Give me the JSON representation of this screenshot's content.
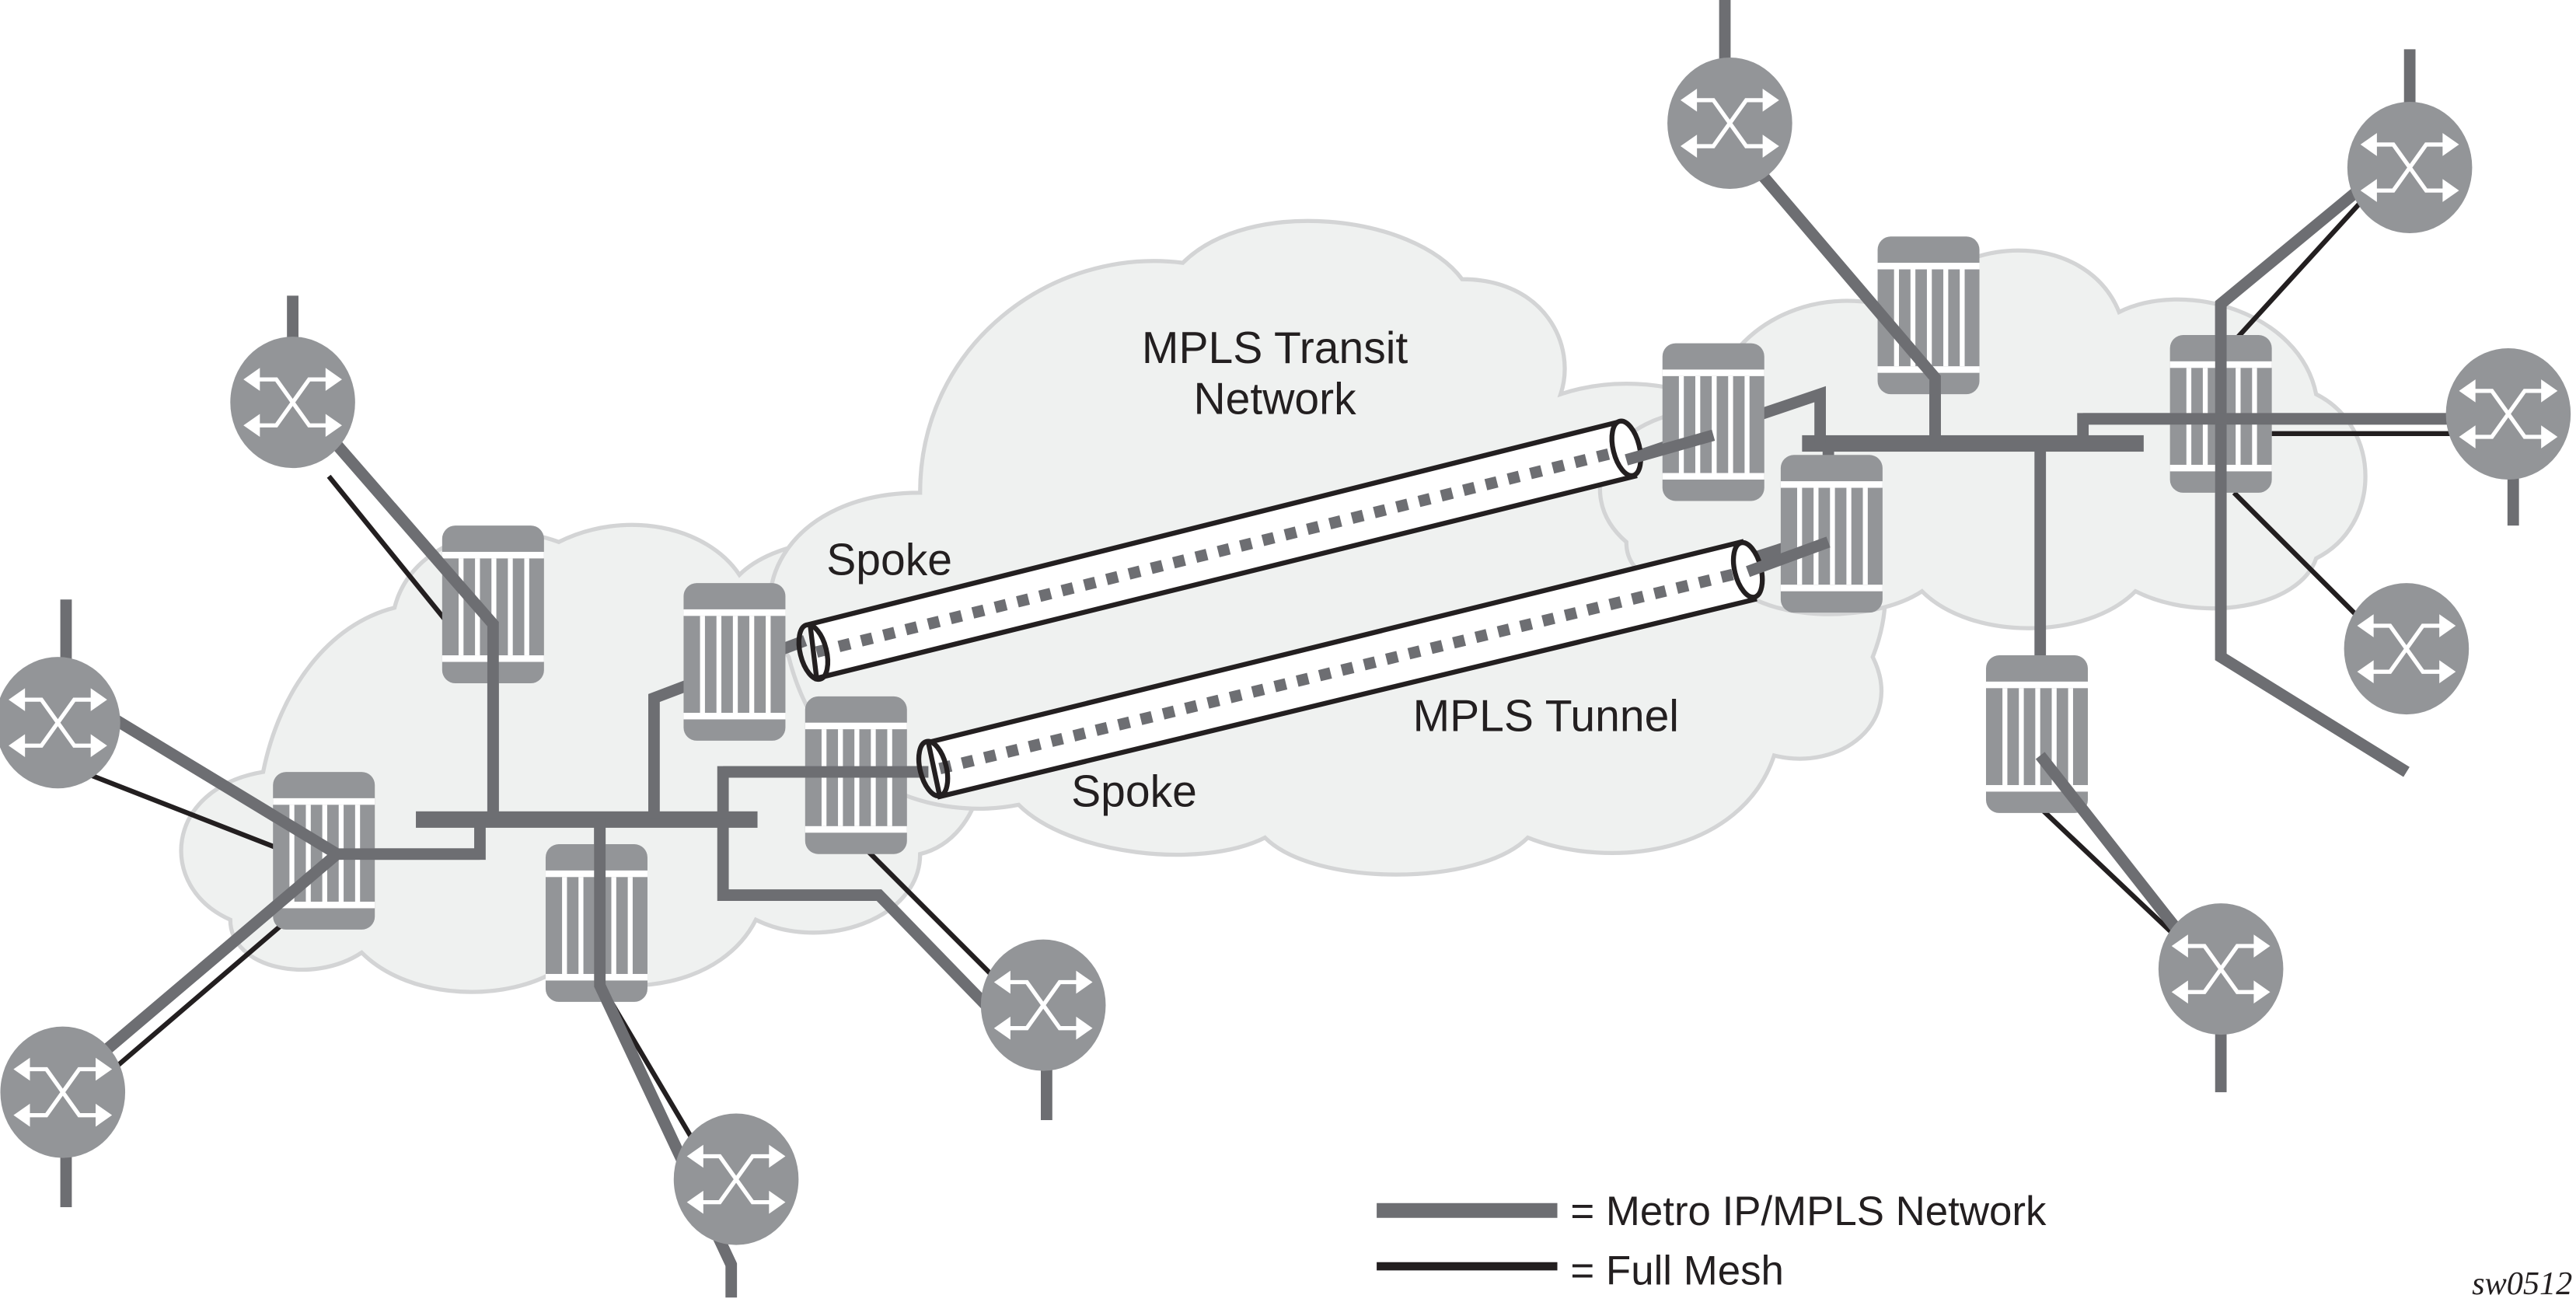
{
  "diagram": {
    "title": "MPLS Transit Network",
    "cloud_label_line1": "MPLS Transit",
    "cloud_label_line2": "Network",
    "spoke_label_upper": "Spoke",
    "spoke_label_lower": "Spoke",
    "tunnel_label": "MPLS Tunnel",
    "figure_id": "sw0512",
    "colors": {
      "metro_line": "#6d6e72",
      "full_mesh_line": "#231f20",
      "device": "#939598",
      "cloud_fill": "#eff1f0",
      "cloud_stroke": "#d3d4d5"
    },
    "nodes": {
      "left_cluster": {
        "pe_routers": [
          "pe-left-1",
          "pe-left-2",
          "pe-left-3",
          "pe-left-4",
          "pe-left-5"
        ],
        "ce_routers": [
          "ce-left-1",
          "ce-left-2",
          "ce-left-3",
          "ce-left-4",
          "ce-left-5"
        ]
      },
      "right_cluster": {
        "pe_routers": [
          "pe-right-1",
          "pe-right-2",
          "pe-right-3",
          "pe-right-4"
        ],
        "ce_routers": [
          "ce-right-1",
          "ce-right-2",
          "ce-right-3",
          "ce-right-4",
          "ce-right-5"
        ]
      }
    }
  },
  "legend": {
    "items": [
      {
        "label": "= Metro IP/MPLS Network",
        "type": "metro"
      },
      {
        "label": "= Full Mesh",
        "type": "mesh"
      }
    ]
  }
}
